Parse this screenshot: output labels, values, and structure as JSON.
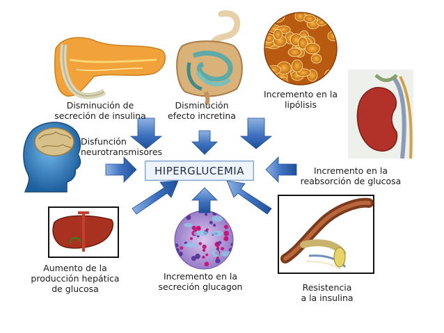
{
  "center": {
    "label": "HIPERGLUCEMIA"
  },
  "factors": {
    "pancreas": {
      "line1": "Disminución de",
      "line2": "secreción de insulina"
    },
    "incretin": {
      "line1": "Disminución",
      "line2": "efecto incretina"
    },
    "lipolysis": {
      "line1": "Incremento en la",
      "line2": "lipólisis"
    },
    "neuro": {
      "line1": "Disfunción",
      "line2": "neurotransmisores"
    },
    "kidney": {
      "line1": "Incremento en la",
      "line2": "reabsorción de glucosa"
    },
    "liver": {
      "line1": "Aumento de la",
      "line2": "producción hepática",
      "line3": "de glucosa"
    },
    "glucagon": {
      "line1": "Incremento en la",
      "line2": "secreción glucagon"
    },
    "resistance": {
      "line1": "Resistencia",
      "line2": "a la insulina"
    }
  },
  "colors": {
    "arrow_dark": "#1f4f9a",
    "arrow_light": "#8fb3e3",
    "center_border": "#7a9cc9"
  },
  "icons": {
    "pancreas": "pancreas-icon",
    "intestine": "intestine-icon",
    "adipose": "adipose-tissue-icon",
    "brain": "brain-head-icon",
    "kidney": "kidney-icon",
    "liver": "liver-icon",
    "islet": "pancreatic-islet-icon",
    "muscle": "muscle-icon"
  }
}
